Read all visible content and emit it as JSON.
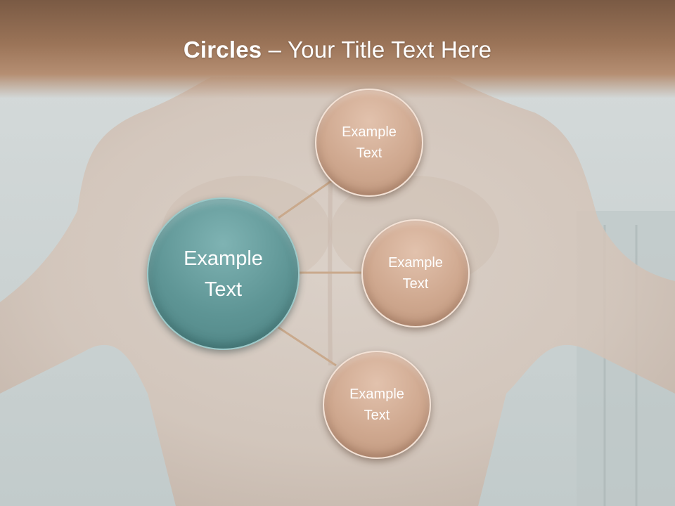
{
  "slide": {
    "title_bold": "Circles",
    "title_separator": " – ",
    "title_rest": "Your Title Text Here"
  },
  "diagram": {
    "center": {
      "label_line1": "Example",
      "label_line2": "Text"
    },
    "nodes": [
      {
        "label_line1": "Example",
        "label_line2": "Text"
      },
      {
        "label_line1": "Example",
        "label_line2": "Text"
      },
      {
        "label_line1": "Example",
        "label_line2": "Text"
      }
    ]
  },
  "colors": {
    "header": "#9b7458",
    "center_circle": "#5e9595",
    "node_circle": "#cfa88f",
    "connector": "#c9a98c",
    "text": "#ffffff"
  }
}
